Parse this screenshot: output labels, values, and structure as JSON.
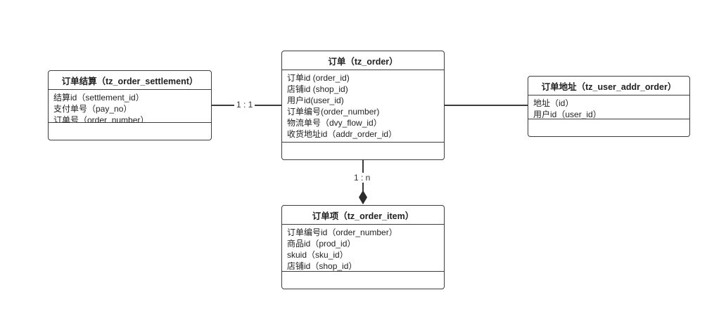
{
  "diagram": {
    "entities": {
      "order": {
        "title": "订单（tz_order）",
        "fields": [
          "订单id (order_id)",
          "店铺id (shop_id)",
          "用户id(user_id)",
          "订单编号(order_number)",
          "物流单号（dvy_flow_id）",
          "收货地址id（addr_order_id）"
        ]
      },
      "settlement": {
        "title": "订单结算（tz_order_settlement）",
        "fields": [
          "结算id（settlement_id）",
          "支付单号（pay_no）",
          "订单号（order_number）"
        ]
      },
      "address": {
        "title": "订单地址（tz_user_addr_order）",
        "fields": [
          "地址（id）",
          "用户id（user_id）"
        ]
      },
      "order_item": {
        "title": "订单项（tz_order_item）",
        "fields": [
          "订单编号id（order_number）",
          "商品id（prod_id）",
          "skuid（sku_id）",
          "店铺id（shop_id）"
        ]
      }
    },
    "relations": {
      "settlement_order": {
        "label": "1 : 1"
      },
      "order_item": {
        "label": "1 : n"
      }
    },
    "colors": {
      "line": "#3c3c3c",
      "text": "#1f1f1f",
      "background": "#ffffff"
    }
  }
}
